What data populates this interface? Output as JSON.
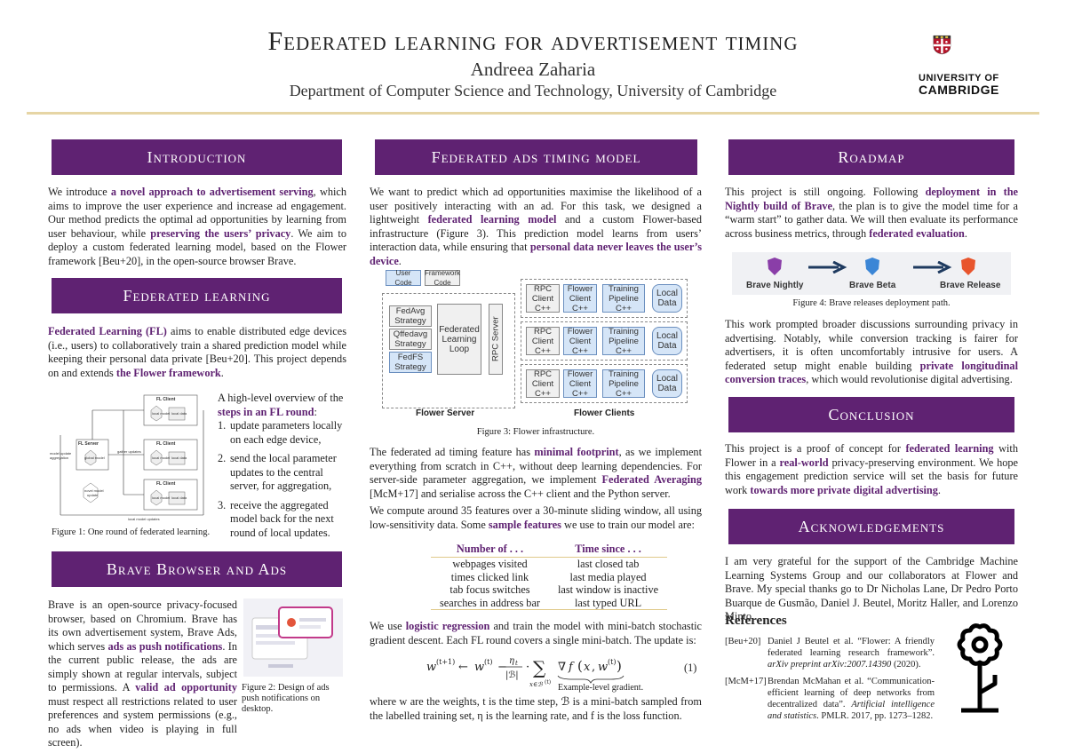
{
  "header": {
    "title": "Federated learning for advertisement timing",
    "author": "Andreea Zaharia",
    "department": "Department of Computer Science and Technology, University of Cambridge",
    "logo_line1": "UNIVERSITY OF",
    "logo_line2": "CAMBRIDGE"
  },
  "introduction": {
    "heading": "Introduction",
    "t1": "We introduce ",
    "h1": "a novel approach to advertisement serving",
    "t2": ", which aims to improve the user experience and increase ad engagement. Our method predicts the optimal ad opportunities by learning from user behaviour, while ",
    "h2": "preserving the users’ privacy",
    "t3": ". We aim to deploy a custom federated learning model, based on the Flower framework [Beu+20], in the open-source browser Brave."
  },
  "federated_learning": {
    "heading": "Federated learning",
    "h1": "Federated Learning (FL)",
    "t1": " aims to enable distributed edge devices (i.e., users) to collaboratively train a shared prediction model while keeping their personal data private [Beu+20]. This project depends on and extends ",
    "h2": "the Flower framework",
    "t2": ".",
    "overview_t1": "A high-level overview of the ",
    "overview_h": "steps in an FL round",
    "overview_t2": ":",
    "steps": [
      {
        "n": "1.",
        "text": "update parameters locally on each edge device,"
      },
      {
        "n": "2.",
        "text": "send the local parameter updates to the central server, for aggregation,"
      },
      {
        "n": "3.",
        "text": "receive the aggregated model back for the next round of local updates."
      }
    ],
    "figure_caption": "Figure 1: One round of federated learning.",
    "fig": {
      "fl_client": "FL Client",
      "fl_server": "FL Server",
      "local_model": "local model",
      "local_data": "local data",
      "global_model": "global model",
      "model_update_aggregation": "model update aggregation",
      "novel_model_update": "novel model update",
      "gather_updates": "gather updates",
      "local_model_updates": "local model updates"
    }
  },
  "brave": {
    "heading": "Brave Browser and Ads",
    "t1": "Brave is an open-source privacy-focused browser, based on Chromium. Brave has its own advertisement system, Brave Ads, which serves ",
    "h1": "ads as push notifications",
    "t2": ". In the current public release, the ads are simply shown at regular intervals, subject to permissions. A ",
    "h2": "valid ad opportunity",
    "t3": " must respect all restrictions related to user preferences and system permissions (e.g., no ads when video is playing in full screen).",
    "figure_caption": "Figure 2: Design of ads push notifications on desktop."
  },
  "model": {
    "heading": "Federated ads timing model",
    "t1": "We want to predict which ad opportunities maximise the likelihood of a user positively interacting with an ad. For this task, we designed a lightweight ",
    "h1": "federated learning model",
    "t2": " and a custom Flower-based infrastructure (Figure 3). This prediction model learns from users’ interaction data, while ensuring that ",
    "h2": "personal data never leaves the user’s device",
    "t3": ".",
    "figure_caption": "Figure 3: Flower infrastructure.",
    "fig": {
      "legend_user": "User Code",
      "legend_framework": "Framework Code",
      "strategies": [
        "FedAvg Strategy",
        "Qffedavg Strategy",
        "FedFS Strategy"
      ],
      "loop": "Federated Learning Loop",
      "rpc_server": "RPC Server",
      "rpc_client": "RPC Client C++",
      "flower_client": "Flower Client C++",
      "training_pipeline": "Training Pipeline C++",
      "local_data": "Local Data",
      "flower_server_label": "Flower Server",
      "flower_clients_label": "Flower Clients"
    },
    "p2_t1": "The federated ad timing feature has ",
    "p2_h1": "minimal footprint",
    "p2_t2": ", as we implement everything from scratch in C++, without deep learning dependencies. For server-side parameter aggregation, we implement ",
    "p2_h2": "Federated Averaging",
    "p2_t3": " [McM+17] and serialise across the C++ client and the Python server.",
    "p3_t1": "We compute around 35 features over a 30-minute sliding window, all using low-sensitivity data. Some ",
    "p3_h1": "sample features",
    "p3_t2": " we use to train our model are:",
    "table": {
      "headers": [
        "Number of . . .",
        "Time since . . ."
      ],
      "rows": [
        [
          "webpages visited",
          "last closed tab"
        ],
        [
          "times clicked link",
          "last media played"
        ],
        [
          "tab focus switches",
          "last window is inactive"
        ],
        [
          "searches in address bar",
          "last typed URL"
        ]
      ]
    },
    "p4_t1": "We use ",
    "p4_h1": "logistic regression",
    "p4_t2": " and train the model with mini-batch stochastic gradient descent. Each FL round covers a single mini-batch. The update is:",
    "eq_number": "(1)",
    "eq_note": "Example-level gradient.",
    "p5": "where w are the weights, t is the time step, ℬ is a mini-batch sampled from the labelled training set, η is the learning rate, and f is the loss function."
  },
  "roadmap": {
    "heading": "Roadmap",
    "t1": "This project is still ongoing. Following ",
    "h1": "deployment in the Nightly build of Brave",
    "t2": ", the plan is to give the model time for a “warm start” to gather data. We will then evaluate its performance across business metrics, through ",
    "h2": "federated evaluation",
    "t3": ".",
    "stages": [
      "Brave Nightly",
      "Brave Beta",
      "Brave Release"
    ],
    "figure_caption": "Figure 4: Brave releases deployment path.",
    "p2_t1": "This work prompted broader discussions surrounding privacy in advertising. Notably, while conversion tracking is fairer for advertisers, it is often uncomfortably intrusive for users. A federated setup might enable building ",
    "p2_h1": "private longitudinal conversion traces",
    "p2_t2": ", which would revolutionise digital advertising."
  },
  "conclusion": {
    "heading": "Conclusion",
    "t1": "This project is a proof of concept for ",
    "h1": "federated learning",
    "t2": " with Flower in a ",
    "h2": "real-world",
    "t3": " privacy-preserving environment. We hope this engagement prediction service will set the basis for future work ",
    "h3": "towards more private digital advertising",
    "t4": "."
  },
  "acknowledgements": {
    "heading": "Acknowledgements",
    "text": "I am very grateful for the support of the Cambridge Machine Learning Systems Group and our collaborators at Flower and Brave. My special thanks go to Dr Nicholas Lane, Dr Pedro Porto Buarque de Gusmão, Daniel J. Beutel, Moritz Haller, and Lorenzo Minto."
  },
  "references": {
    "heading": "References",
    "items": [
      {
        "tag": "[Beu+20]",
        "text": "Daniel J Beutel et al. “Flower: A friendly federated learning research framework”. ",
        "ital": "arXiv preprint arXiv:2007.14390",
        "tail": " (2020)."
      },
      {
        "tag": "[McM+17]",
        "text": "Brendan McMahan et al. “Communication-efficient learning of deep networks from decentralized data”. ",
        "ital": "Artificial intelligence and statistics",
        "tail": ". PMLR. 2017, pp. 1273–1282."
      }
    ]
  },
  "colors": {
    "accent": "#5f2272",
    "rule": "#e6d5a5",
    "diagram_blue": "#d5e5f7"
  }
}
